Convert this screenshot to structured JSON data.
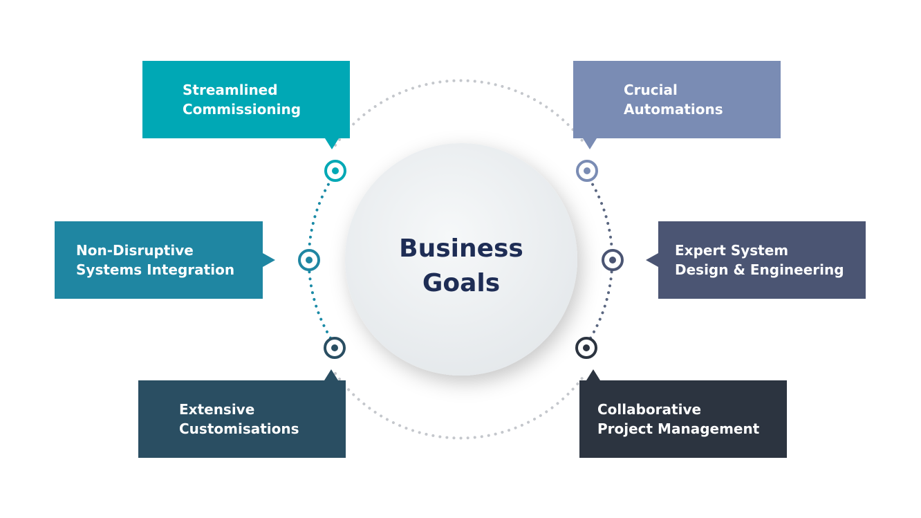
{
  "center": {
    "line1": "Business",
    "line2": "Goals"
  },
  "goals": [
    {
      "id": "streamlined",
      "line1": "Streamlined",
      "line2": "Commissioning",
      "color": "#00a8b5"
    },
    {
      "id": "crucial",
      "line1": "Crucial",
      "line2": "Automations",
      "color": "#7a8cb4"
    },
    {
      "id": "nondisruptive",
      "line1": "Non-Disruptive",
      "line2": "Systems Integration",
      "color": "#1f86a2"
    },
    {
      "id": "expert",
      "line1": "Expert System",
      "line2": "Design & Engineering",
      "color": "#4b5573"
    },
    {
      "id": "extensive",
      "line1": "Extensive",
      "line2": "Customisations",
      "color": "#2a4e62"
    },
    {
      "id": "collaborative",
      "line1": "Collaborative",
      "line2": "Project Management",
      "color": "#2c3440"
    }
  ],
  "colors": {
    "center_text": "#1e2d55",
    "circle_fill": "#eef1f3",
    "dots_left": "#1a8aa6",
    "dots_right": "#5a6680",
    "dots_light": "#c4c7cc"
  }
}
